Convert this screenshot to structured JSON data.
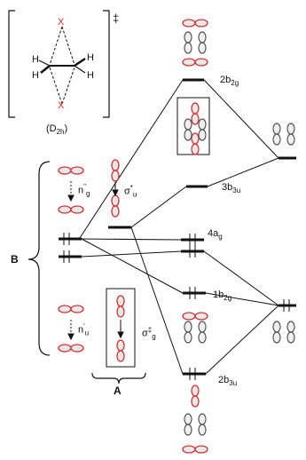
{
  "diagram": {
    "dagger": "‡",
    "point_group": "(D",
    "point_group_sub": "2h",
    "point_group_close": ")",
    "x_top": "X",
    "x_bottom": "X",
    "h_left_top": "H",
    "h_left_bottom": "H",
    "h_right_top": "H",
    "h_right_bottom": "H",
    "group_b_label": "B",
    "group_a_label": "A",
    "levels": {
      "2b2g": {
        "main": "2b",
        "sub": "2g"
      },
      "3b3u": {
        "main": "3b",
        "sub": "3u"
      },
      "4ag": {
        "main": "4a",
        "sub": "g"
      },
      "1b2g": {
        "main": "1b",
        "sub": "2g"
      },
      "2b3u": {
        "main": "2b",
        "sub": "3u"
      }
    },
    "frag_labels": {
      "n_g": {
        "main": "n",
        "sup": "\"",
        "sub": "g"
      },
      "n_u": {
        "main": "n",
        "sup": "'",
        "sub": "u"
      },
      "sigma_u": {
        "main": "σ",
        "sup": "*",
        "sub": "u"
      },
      "sigma_g": {
        "main": "σ",
        "sup": "‡",
        "sub": "g"
      }
    },
    "colors": {
      "orbital_red": "#d32f2f",
      "orbital_gray": "#9e9e9e",
      "line": "#111111"
    }
  }
}
